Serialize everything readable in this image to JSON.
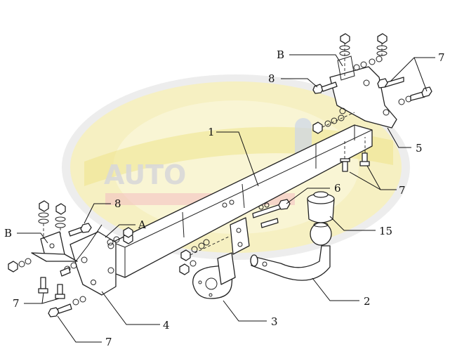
{
  "watermark": {
    "brand_top": "AUTO",
    "colors": {
      "outer_ring": "#d9d9d9",
      "inner_fill": "#f4ecb2",
      "core_fill": "#f9f3cf",
      "mid_band": "#ece27a",
      "accent_red": "#f0b4b4",
      "accent_blue": "#c5cfe6"
    }
  },
  "callouts": {
    "c1": "1",
    "c2": "2",
    "c3": "3",
    "c4": "4",
    "c5": "5",
    "c6": "6",
    "c7_top_right": "7",
    "c7_mid_right": "7",
    "c7_left": "7",
    "c7_bottom_left": "7",
    "c8_right": "8",
    "c8_left": "8",
    "c15": "15",
    "cA": "A",
    "cB_right": "B",
    "cB_left": "B"
  },
  "colors": {
    "line": "#222222",
    "background": "#ffffff"
  }
}
